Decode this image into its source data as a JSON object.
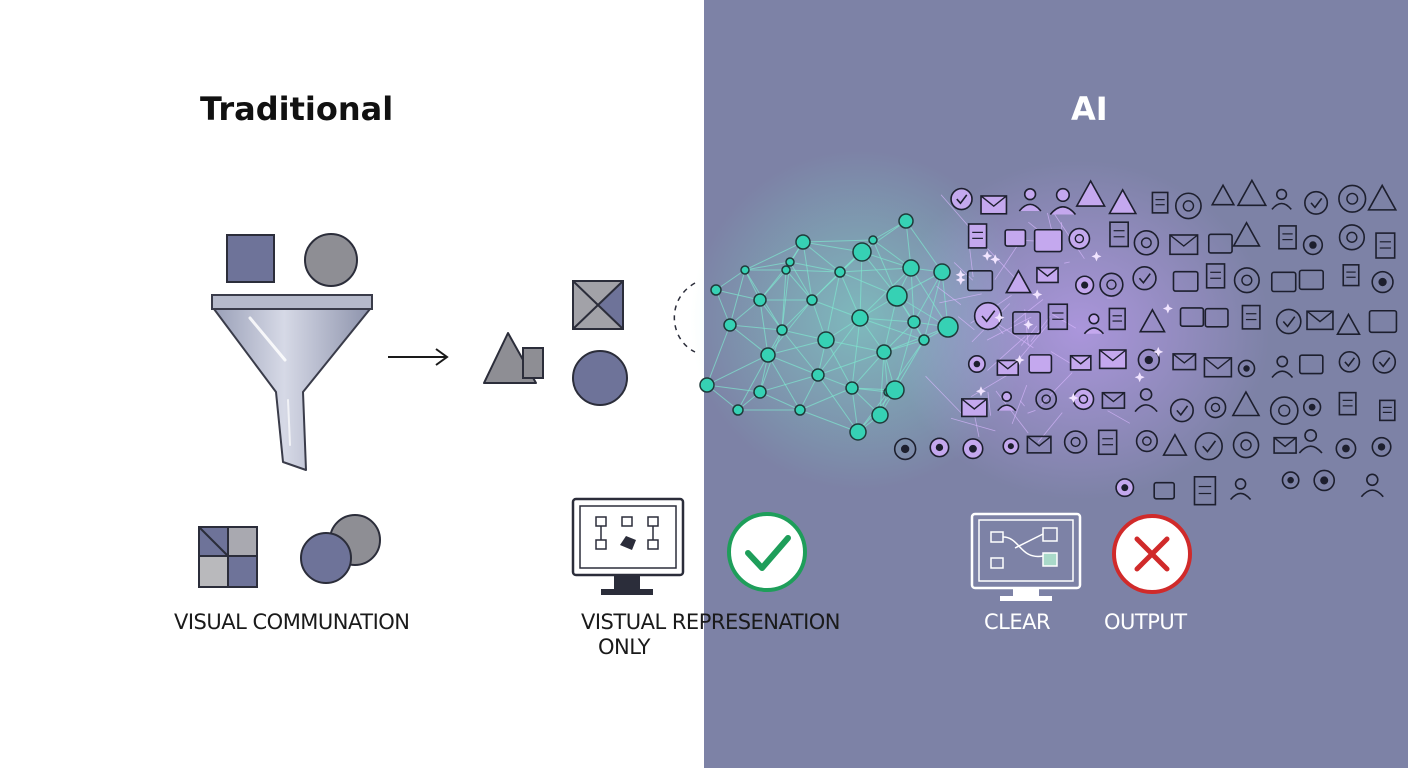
{
  "titles": {
    "left": "Traditional",
    "right": "AI"
  },
  "captions": {
    "visual_communication": "VISUAL COMMUNATION",
    "visual_representation_line1": "VISTUAL REPRESENATION",
    "visual_representation_line2": "ONLY",
    "clear": "CLEAR",
    "output": "OUTPUT"
  },
  "colors": {
    "left_background": "#ffffff",
    "right_background": "#7d82a6",
    "shape_fill": "#6e7399",
    "shape_gray": "#8e8e94",
    "network_node": "#36d1b4",
    "network_glow_purple": "#b98cf0",
    "check_green": "#1e9e5a",
    "cross_red": "#d02a2a"
  },
  "icons": [
    "square-shape-icon",
    "circle-shape-icon",
    "funnel-icon",
    "arrow-right-icon",
    "triangle-square-icon",
    "crossed-square-icon",
    "circle-output-icon",
    "quad-grid-icon",
    "overlapping-circles-icon",
    "monitor-flowchart-icon",
    "checkmark-circle-icon",
    "monitor-diagram-icon",
    "x-circle-icon",
    "neural-network-icon",
    "icon-cloud"
  ]
}
